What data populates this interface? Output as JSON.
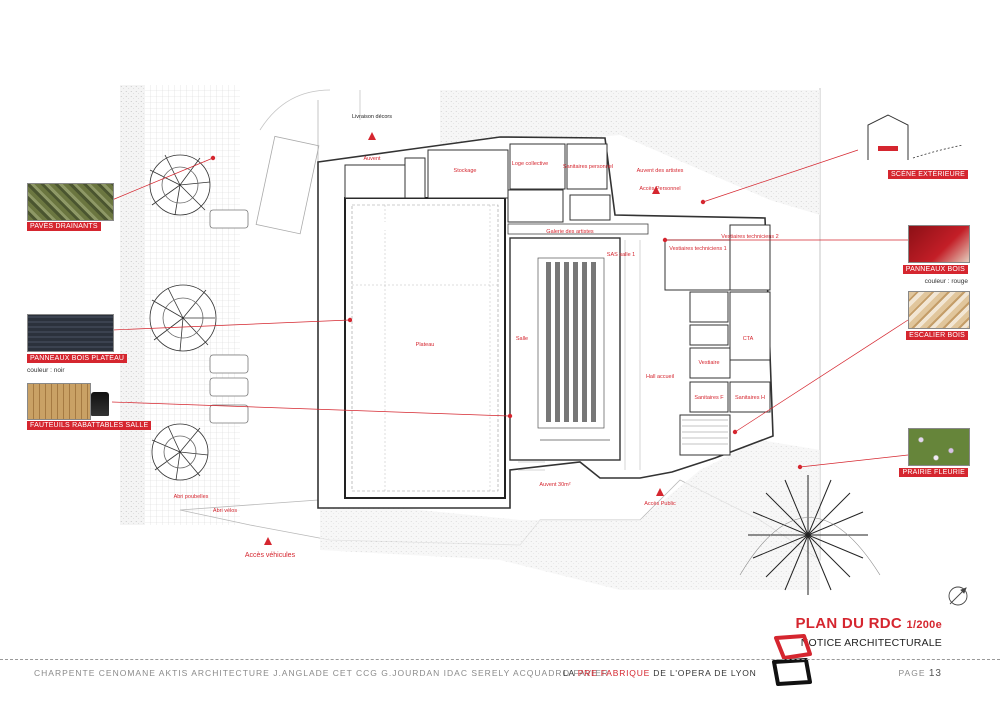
{
  "title": {
    "main": "PLAN DU RDC",
    "scale": "1/200e",
    "subtitle": "NOTICE ARCHITECTURALE"
  },
  "materials_left": [
    {
      "label": "PAVÉS DRAINANTS",
      "sub": ""
    },
    {
      "label": "PANNEAUX BOIS PLATEAU",
      "sub": "couleur : noir"
    },
    {
      "label": "FAUTEUILS RABATTABLES SALLE",
      "sub": ""
    }
  ],
  "materials_right": [
    {
      "label": "SCÈNE EXTÉRIEURE",
      "sub": ""
    },
    {
      "label": "PANNEAUX BOIS",
      "sub": "couleur : rouge"
    },
    {
      "label": "ESCALIER BOIS",
      "sub": ""
    },
    {
      "label": "PRAIRIE FLEURIE",
      "sub": ""
    }
  ],
  "plan_labels": {
    "livraison": "Livraison décors",
    "auvent_top": "Auvent",
    "storage": "Stockage",
    "cuisine": "Loge collective",
    "sanitaires": "Sanitaires personnel",
    "auvent_artistes": "Auvent des artistes",
    "acces_personnel": "Accès Personnel",
    "galerie": "Galerie des artistes",
    "sas_salle": "SAS salle 1",
    "vestiaire1": "Vestiaires techniciens 1",
    "vestiaire2": "Vestiaires techniciens 2",
    "plateau": "Plateau",
    "salle": "Salle",
    "hall": "Hall accueil",
    "cta": "CTA",
    "vestiaire_public": "Vestiaire",
    "sanitaires_f": "Sanitaires F",
    "sanitaires_h": "Sanitaires H",
    "auvent_bottom": "Auvent 30m²",
    "acces_public": "Accès Public",
    "acces_vehicules": "Accès véhicules",
    "abri_poubelles": "Abri poubelles",
    "abri_velos": "Abri vélos"
  },
  "footer": {
    "partners": "CHARPENTE CENOMANE   AKTIS ARCHITECTURE   J.ANGLADE   CET   CCG   G.JOURDAN   IDAC   SERELY   ACQUADRO FAVIER",
    "project_a": "LA ",
    "project_b": "PRE FABRIQUE",
    "project_c": " DE L'OPERA DE LYON",
    "page_label": "PAGE",
    "page_number": "13"
  },
  "colors": {
    "accent": "#d5262f",
    "wall": "#333333",
    "grid": "#dcdcdc"
  }
}
